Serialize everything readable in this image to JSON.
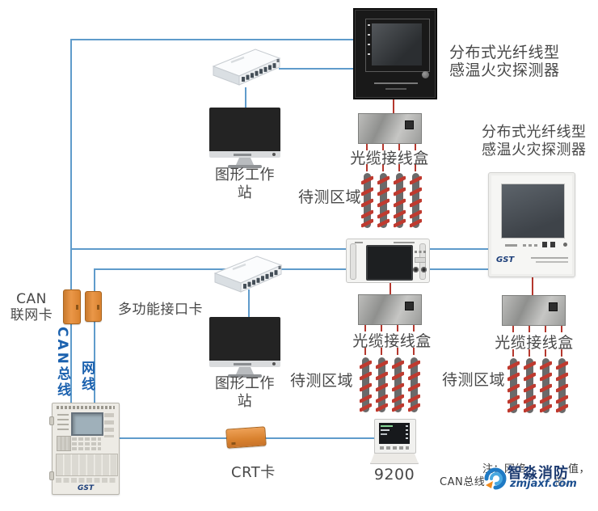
{
  "colors": {
    "line_blue": "#5f9bcb",
    "line_red": "#b5382e",
    "label_dark": "#484848",
    "label_blue": "#1b61ae",
    "card_orange": "#e0883a",
    "watermark_navy": "#1c3a70"
  },
  "labels": {
    "detector_line1": "分布式光纤线型",
    "detector_line2": "感温火灾探测器",
    "junction_box": "光缆接线盒",
    "test_zone": "待测区域",
    "workstation": "图形工作站",
    "can_card_line1": "CAN",
    "can_card_line2": "联网卡",
    "multi_card": "多功能接口卡",
    "can_bus_vertical": "CAN总线",
    "net_cable_vertical": "网线",
    "crt_card": "CRT卡",
    "terminal": "9200"
  },
  "devices": {
    "wall_panel_logo": "GST",
    "control_panel_logo": "GST"
  },
  "note": {
    "line1_start": "注：网络",
    "line1_end": "值，",
    "line2_start": "CAN总线",
    "line2_end": "值。"
  },
  "watermark": {
    "title": "智淼消防",
    "url": "zmjaxf.com"
  }
}
